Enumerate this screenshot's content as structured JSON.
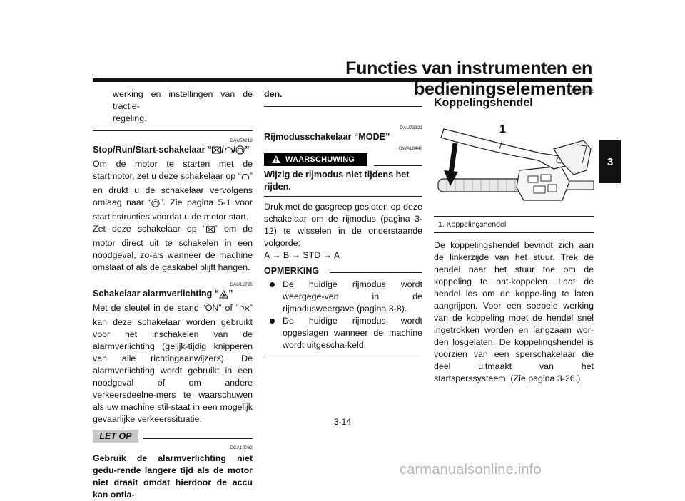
{
  "header": {
    "title": "Functies van instrumenten en bedieningselementen",
    "chapter": "3"
  },
  "col1": {
    "intro": "werking en instellingen van de tractie-\nregeling.",
    "stop_code": "DAU54212",
    "stop_heading_pre": "Stop/Run/Start-schakelaar “",
    "stop_heading_post": "”",
    "stop_p1_a": "Om de motor te starten met de startmotor, zet u deze schakelaar op “",
    "stop_p1_b": "” en drukt u de schakelaar vervolgens omlaag naar “",
    "stop_p1_c": "”. Zie pagina 5-1 voor startinstructies voordat u de motor start.",
    "stop_p2_a": "Zet deze schakelaar op “",
    "stop_p2_b": "” om de motor direct uit te schakelen in een noodgeval, zo-als wanneer de machine omslaat of als de gaskabel blijft hangen.",
    "hazard_code": "DAU12735",
    "hazard_heading_pre": "Schakelaar alarmverlichting “",
    "hazard_heading_post": "”",
    "hazard_p_a": "Met de sleutel in de stand “ON” of “",
    "hazard_p_b": "” kan deze schakelaar worden gebruikt voor het inschakelen van de alarmverlichting (gelijk-tijdig knipperen van alle richtingaanwijzers). De alarmverlichting wordt gebruikt in een noodgeval of om andere verkeersdeelne-mers te waarschuwen als uw machine stil-staat in een mogelijk gevaarlijke verkeerssituatie.",
    "letop_label": "LET OP",
    "letop_code": "DCA10062",
    "letop_text": "Gebruik de alarmverlichting niet gedu-rende langere tijd als de motor niet draait omdat hierdoor de accu kan ontla-"
  },
  "col2": {
    "cont_text": "den.",
    "mode_code": "DAU73321",
    "mode_heading": "Rijmodusschakelaar “MODE”",
    "warn_code": "DWA18440",
    "warn_label": "WAARSCHUWING",
    "warn_text": "Wijzig de rijmodus niet tijdens het rijden.",
    "mode_p": "Druk met de gasgreep gesloten op deze schakelaar om de rijmodus (pagina 3-12) te wisselen in de onderstaande volgorde:",
    "sequence": "A → B → STD → A",
    "note_label": "OPMERKING",
    "note_items": [
      "De huidige rijmodus wordt weergege-ven in de rijmodusweergave (pagina 3-8).",
      "De huidige rijmodus wordt opgeslagen wanneer de machine wordt uitgescha-keld."
    ]
  },
  "col3": {
    "code": "DAU12822",
    "heading": "Koppelingshendel",
    "figure_callout": "1",
    "caption": "1.  Koppelingshendel",
    "p": "De koppelingshendel bevindt zich aan de linkerzijde van het stuur. Trek de hendel naar het stuur toe om de koppeling te ont-koppelen. Laat de hendel los om de koppe-ling te laten aangrijpen. Voor een soepele werking van de koppeling moet de hendel snel ingetrokken worden en langzaam wor-den losgelaten. De koppelingshendel is voorzien van een sperschakelaar die deel uitmaakt van het startsperssysteem. (Zie pagina 3-26.)"
  },
  "footer": {
    "page_number": "3-14",
    "watermark": "carmanualsonline.info"
  }
}
